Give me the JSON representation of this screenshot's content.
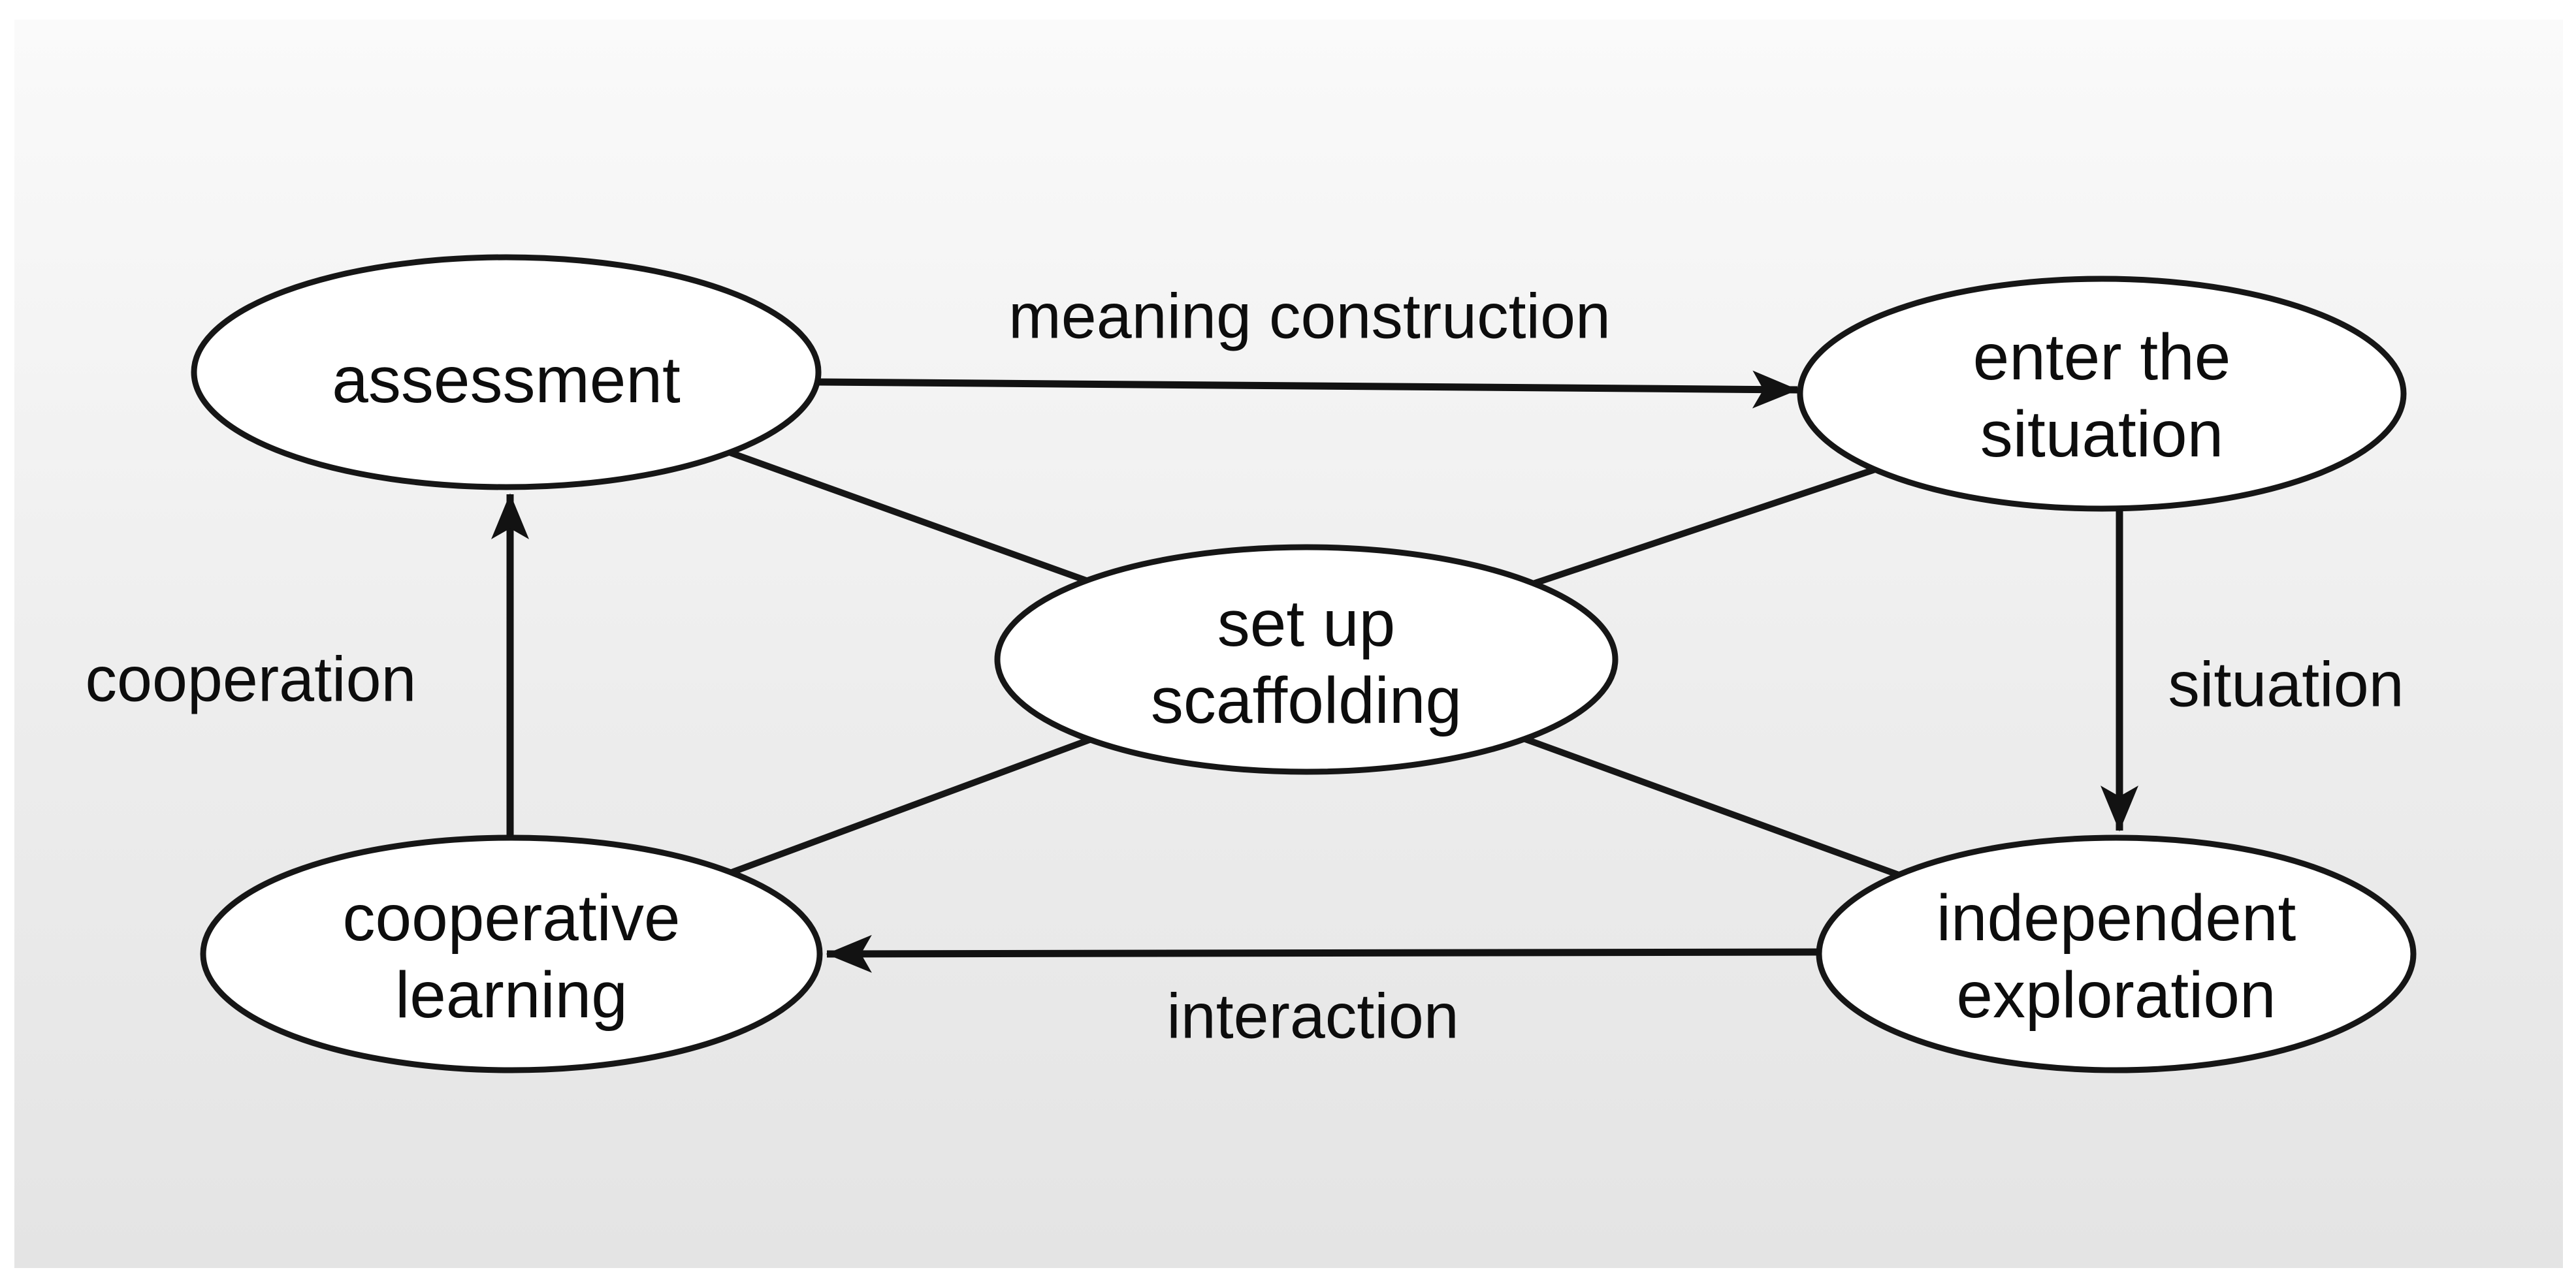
{
  "diagram": {
    "type": "flow-diagram",
    "nodes": {
      "assessment": {
        "label": "assessment"
      },
      "enter_situation": {
        "line1": "enter the",
        "line2": "situation"
      },
      "scaffolding": {
        "line1": "set up",
        "line2": "scaffolding"
      },
      "cooperative_learning": {
        "line1": "cooperative",
        "line2": "learning"
      },
      "independent_exploration": {
        "line1": "independent",
        "line2": "exploration"
      }
    },
    "edges": {
      "meaning_construction": {
        "label": "meaning construction",
        "from": "assessment",
        "to": "enter_situation",
        "arrow": true
      },
      "situation": {
        "label": "situation",
        "from": "enter_situation",
        "to": "independent_exploration",
        "arrow": true
      },
      "interaction": {
        "label": "interaction",
        "from": "independent_exploration",
        "to": "cooperative_learning",
        "arrow": true
      },
      "cooperation": {
        "label": "cooperation",
        "from": "cooperative_learning",
        "to": "assessment",
        "arrow": true
      },
      "scaffolding_links": {
        "description": "plain lines without arrowheads",
        "pairs": [
          "scaffolding-assessment",
          "scaffolding-enter_situation",
          "scaffolding-cooperative_learning",
          "scaffolding-independent_exploration"
        ]
      }
    },
    "colors": {
      "ink": "#161616",
      "text": "#0d0d0d",
      "node_fill": "#ffffff",
      "panel_top": "#fafafa",
      "panel_bottom": "#e4e4e4",
      "page_margin": "#ffffff"
    }
  }
}
